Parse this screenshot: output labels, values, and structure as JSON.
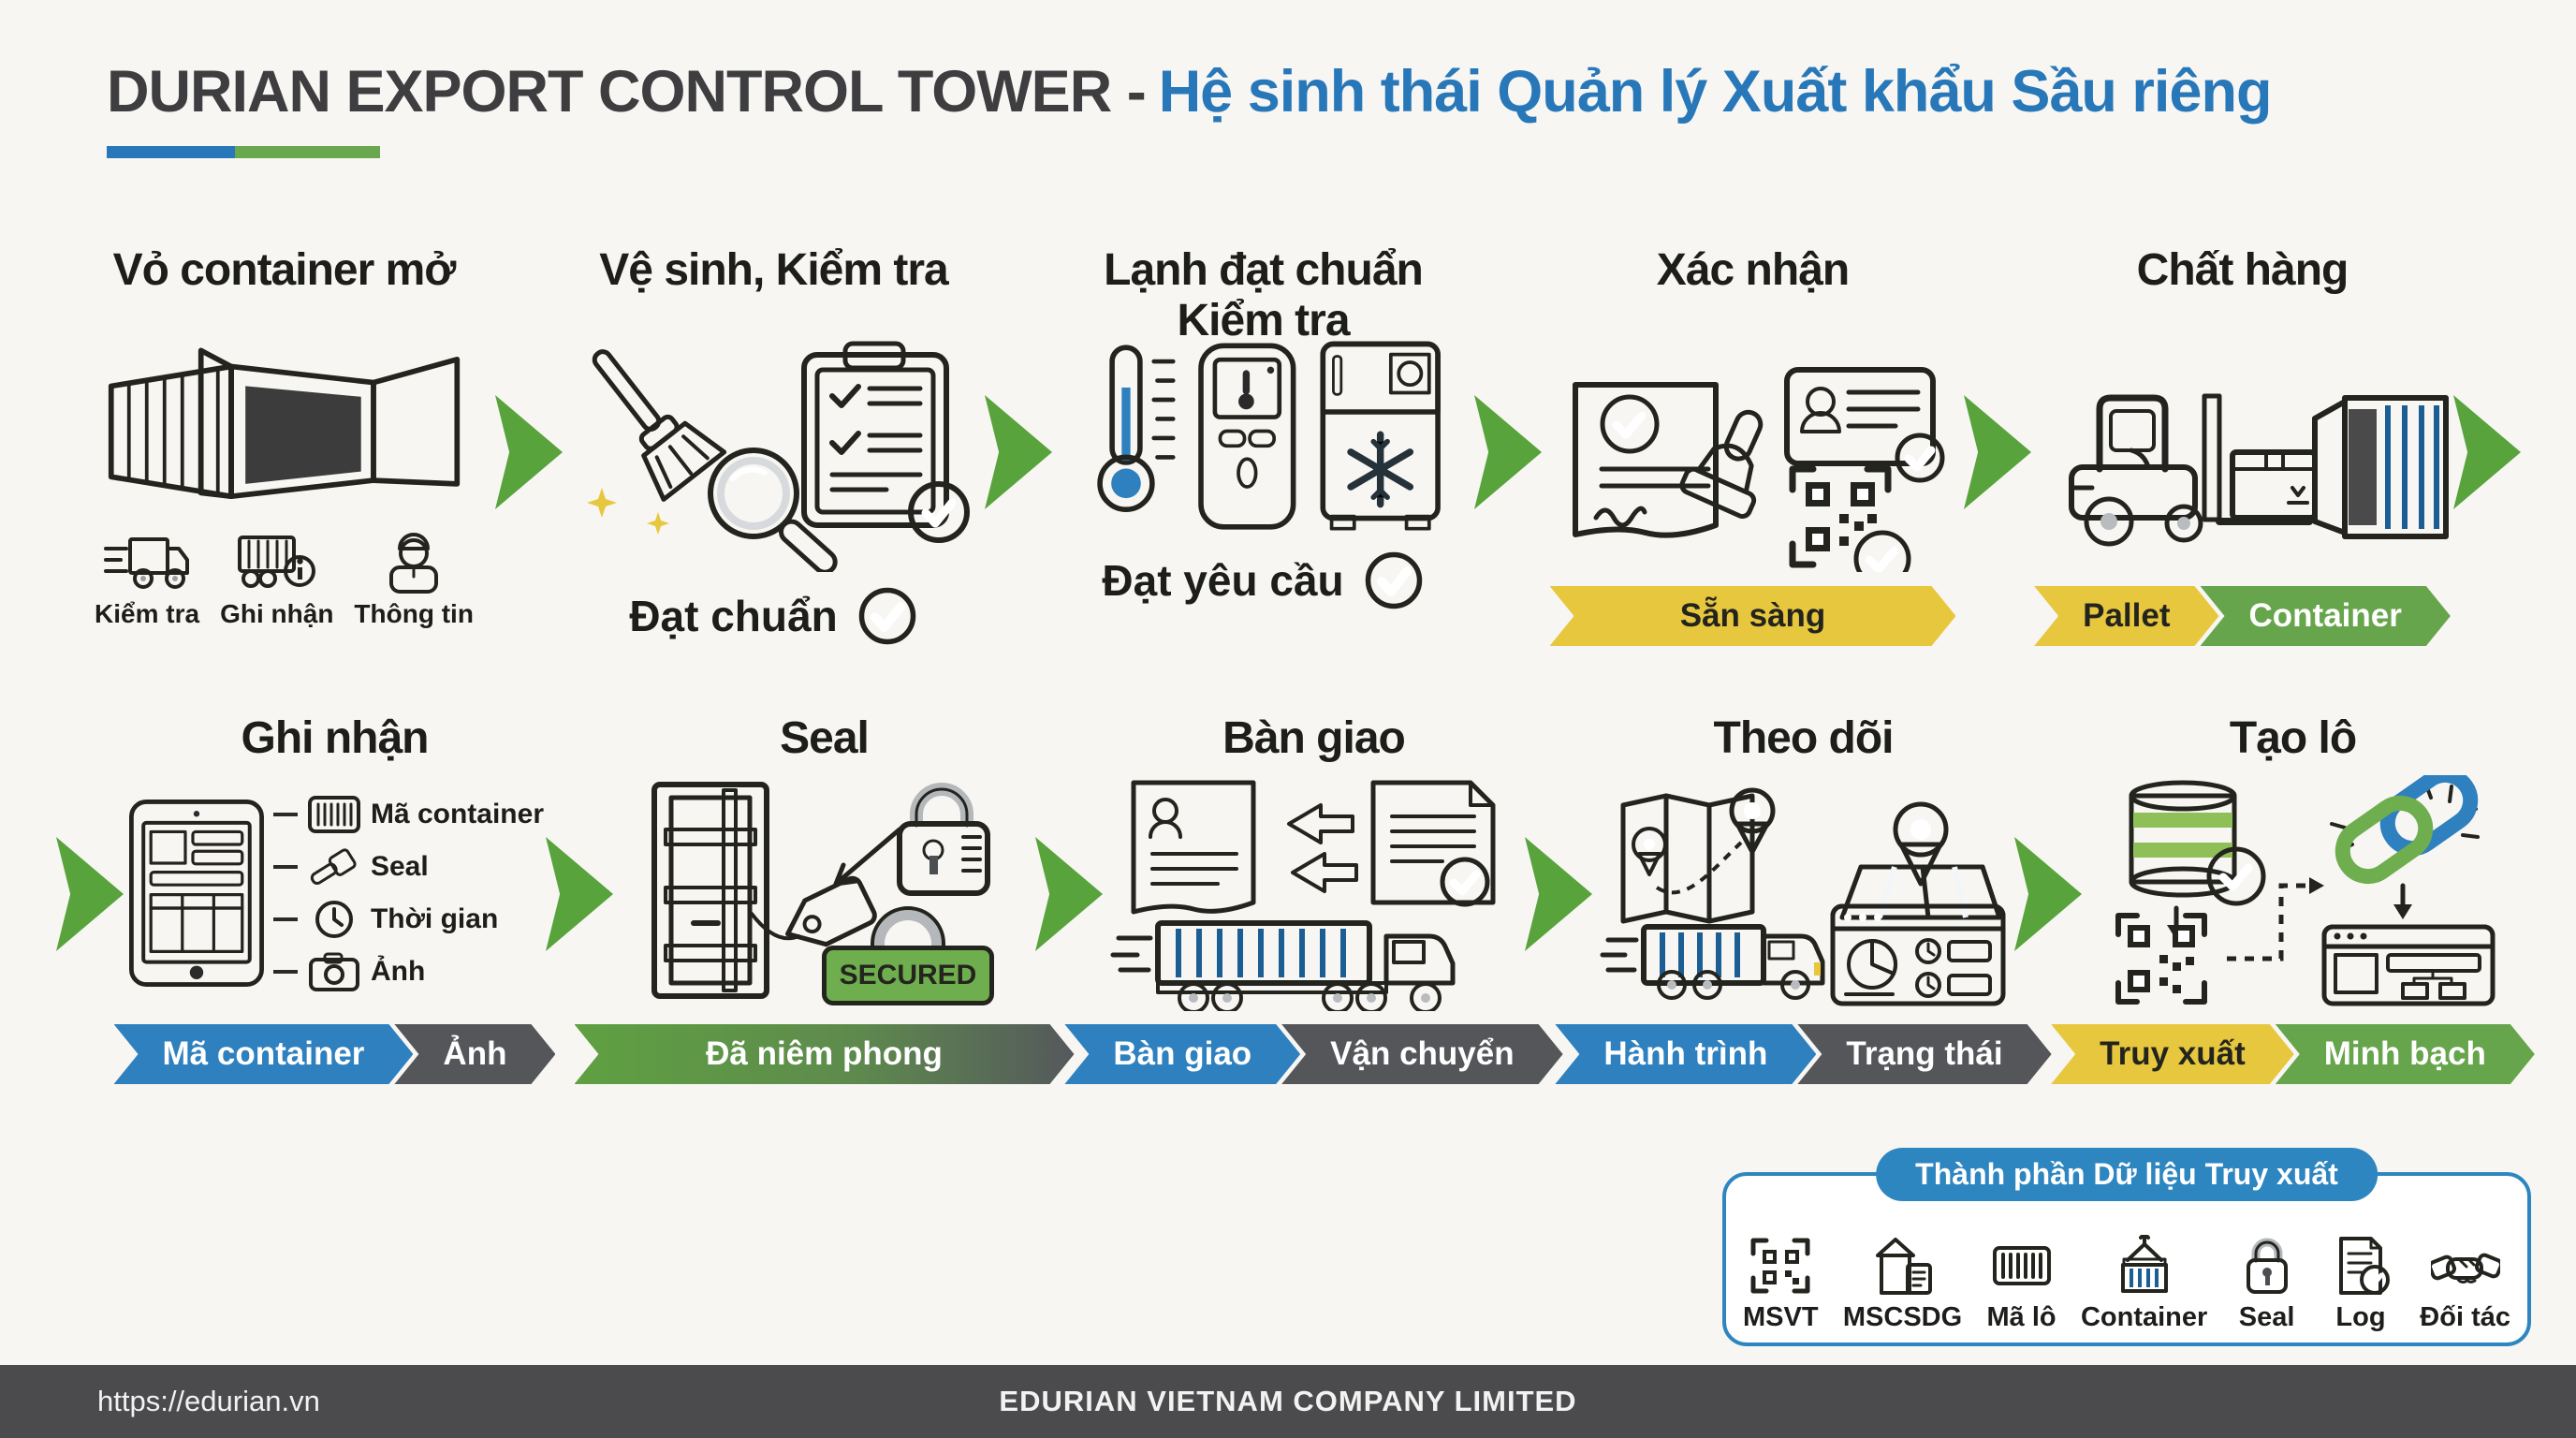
{
  "title": {
    "en": "DURIAN EXPORT CONTROL TOWER -",
    "vi": "Hệ sinh thái Quản lý Xuất khẩu Sầu riêng"
  },
  "colors": {
    "accent_blue": "#2e80bf",
    "accent_green": "#5da23f",
    "accent_yellow": "#e7c73e",
    "accent_dark": "#55565a",
    "accent_orange": "#ef7a52",
    "title_blue": "#2878b9",
    "footer_bg": "#4b4b4d"
  },
  "row1": [
    {
      "title": "Vỏ container mở",
      "minis": [
        "Kiểm tra",
        "Ghi nhận",
        "Thông tin"
      ]
    },
    {
      "title": "Vệ sinh, Kiểm tra",
      "status": "Đạt chuẩn"
    },
    {
      "title1": "Lạnh đạt chuẩn",
      "title2": "Kiểm tra",
      "status": "Đạt yêu cầu"
    },
    {
      "title": "Xác nhận",
      "banner": "Sẵn sàng"
    },
    {
      "title": "Chất hàng",
      "banners": [
        "Pallet",
        "Container"
      ]
    }
  ],
  "row2": [
    {
      "title": "Ghi nhận",
      "callouts": [
        "Mã container",
        "Seal",
        "Thời gian",
        "Ảnh"
      ],
      "banners": [
        "Mã container",
        "Ảnh"
      ]
    },
    {
      "title": "Seal",
      "secured_label": "SECURED",
      "banner": "Đã niêm phong"
    },
    {
      "title": "Bàn giao",
      "banners": [
        "Bàn giao",
        "Vận chuyển"
      ]
    },
    {
      "title": "Theo dõi",
      "banners": [
        "Hành trình",
        "Trạng thái"
      ]
    },
    {
      "title": "Tạo lô",
      "banners": [
        "Truy xuất",
        "Minh bạch"
      ]
    }
  ],
  "trace": {
    "title": "Thành phần Dữ liệu Truy xuất",
    "items": [
      {
        "label": "MSVT"
      },
      {
        "label": "MSCSDG"
      },
      {
        "label": "Mã lô"
      },
      {
        "label": "Container"
      },
      {
        "label": "Seal"
      },
      {
        "label": "Log"
      },
      {
        "label": "Đối tác"
      }
    ]
  },
  "footer": {
    "url": "https://edurian.vn",
    "company": "EDURIAN VIETNAM COMPANY LIMITED"
  }
}
